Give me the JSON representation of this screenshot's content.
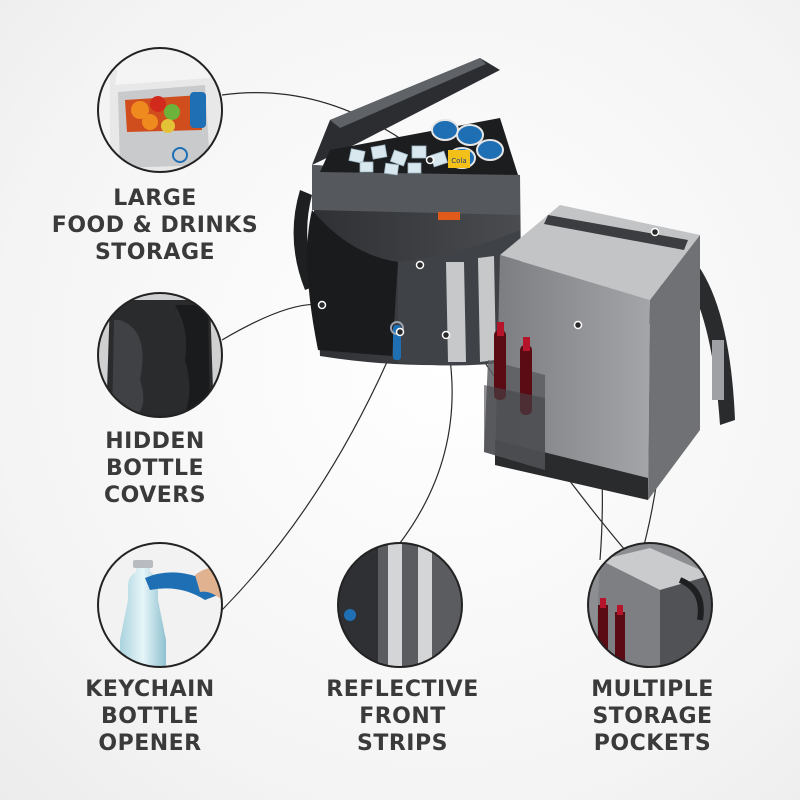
{
  "features": [
    {
      "id": "food",
      "lines": [
        "LARGE",
        "FOOD & DRINKS",
        "STORAGE"
      ]
    },
    {
      "id": "covers",
      "lines": [
        "HIDDEN",
        "BOTTLE",
        "COVERS"
      ]
    },
    {
      "id": "opener",
      "lines": [
        "KEYCHAIN",
        "BOTTLE",
        "OPENER"
      ]
    },
    {
      "id": "strips",
      "lines": [
        "REFLECTIVE",
        "FRONT",
        "STRIPS"
      ]
    },
    {
      "id": "pockets",
      "lines": [
        "MULTIPLE",
        "STORAGE",
        "POCKETS"
      ]
    }
  ],
  "cans": [
    {
      "label": "Cola"
    }
  ],
  "colors": {
    "bag_dark": "#3b3d40",
    "bag_light": "#8d8f92",
    "text": "#3a3a3a",
    "accent_blue": "#1f6fb5",
    "wine_red": "#b5142a"
  }
}
